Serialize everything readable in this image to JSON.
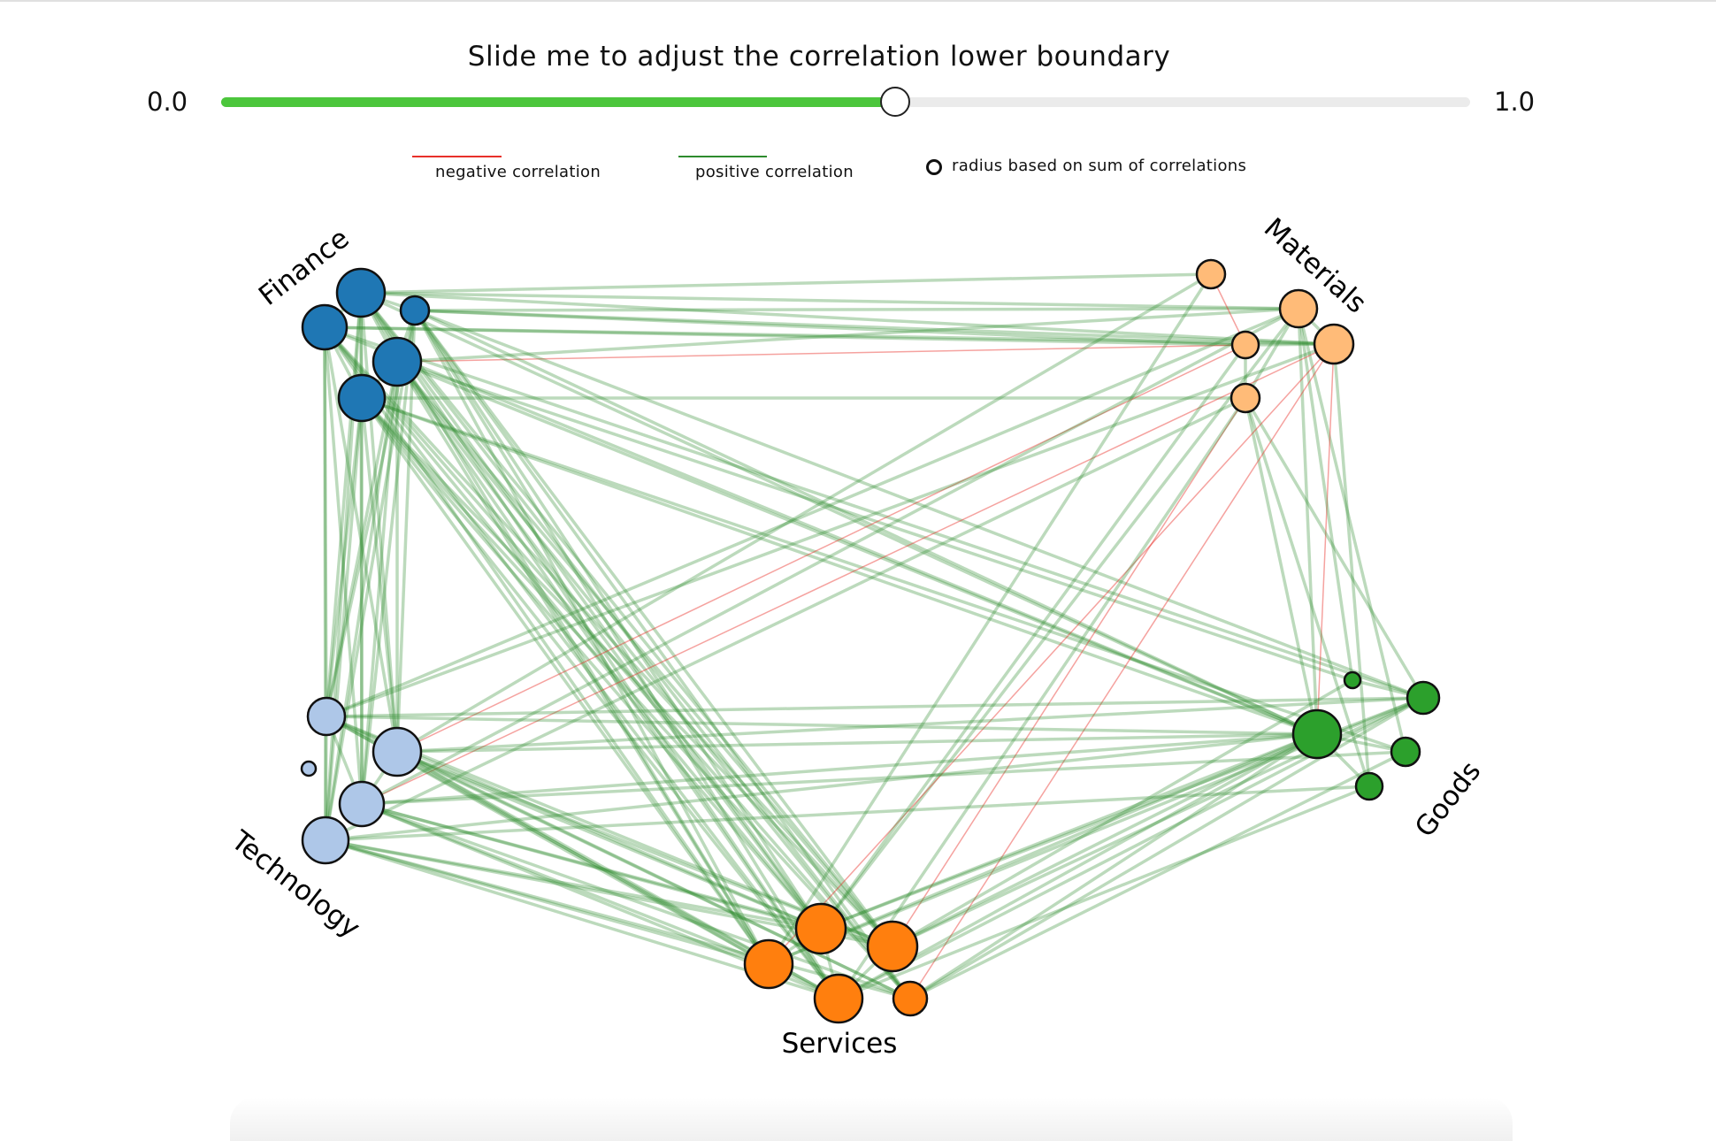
{
  "slider": {
    "title": "Slide me to adjust the correlation lower boundary",
    "min_label": "0.0",
    "max_label": "1.0",
    "value_fraction": 0.54,
    "fill_color": "#4cc63c"
  },
  "legend": {
    "negative": {
      "label": "negative correlation",
      "color": "#e8302a"
    },
    "positive": {
      "label": "positive correlation",
      "color": "#2e8b2e"
    },
    "radius": {
      "label": "radius based on sum of correlations"
    }
  },
  "groups": [
    {
      "name": "Finance",
      "color": "#1f77b4"
    },
    {
      "name": "Materials",
      "color": "#ffbb78"
    },
    {
      "name": "Goods",
      "color": "#2ca02c"
    },
    {
      "name": "Services",
      "color": "#ff7f0e"
    },
    {
      "name": "Technology",
      "color": "#aec7e8"
    }
  ],
  "colors": {
    "positive_edge": "#2e8b2e",
    "negative_edge": "#e8302a"
  }
}
